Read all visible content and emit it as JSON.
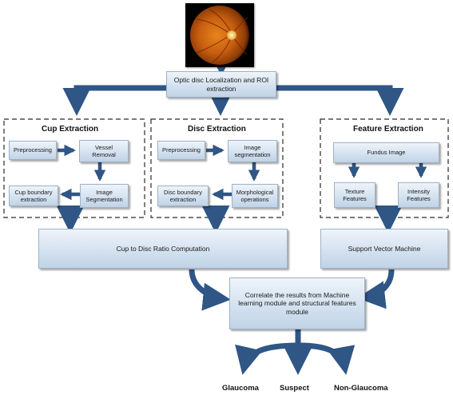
{
  "image": {
    "name": "fundus-photograph"
  },
  "top": {
    "roi_label": "Optic disc Localization and ROI\nextraction"
  },
  "groups": {
    "cup": {
      "title": "Cup Extraction",
      "preprocessing": "Preprocessing",
      "vessel_removal": "Vessel\nRemoval",
      "image_segmentation": "Image\nSegmentation",
      "cup_boundary": "Cup boundary\nextraction"
    },
    "disc": {
      "title": "Disc Extraction",
      "preprocessing": "Preprocessing",
      "image_segmentation": "Image\nsegmentation",
      "morphological": "Morphological\noperations",
      "disc_boundary": "Disc boundary\nextraction"
    },
    "feature": {
      "title": "Feature Extraction",
      "fundus_image": "Fundus Image",
      "texture": "Texture\nFeatures",
      "intensity": "Intensity\nFeatures"
    }
  },
  "cdr": {
    "label": "Cup to Disc Ratio Computation"
  },
  "svm": {
    "label": "Support Vector Machine"
  },
  "correlate": {
    "label": "Correlate the results from Machine\nlearning module and structural features\nmodule"
  },
  "outputs": [
    "Glaucoma",
    "Suspect",
    "Non-Glaucoma"
  ],
  "colors": {
    "arrow": "#2f5685",
    "dash": "#2a2a2a",
    "box_border": "#9eb2c8"
  }
}
